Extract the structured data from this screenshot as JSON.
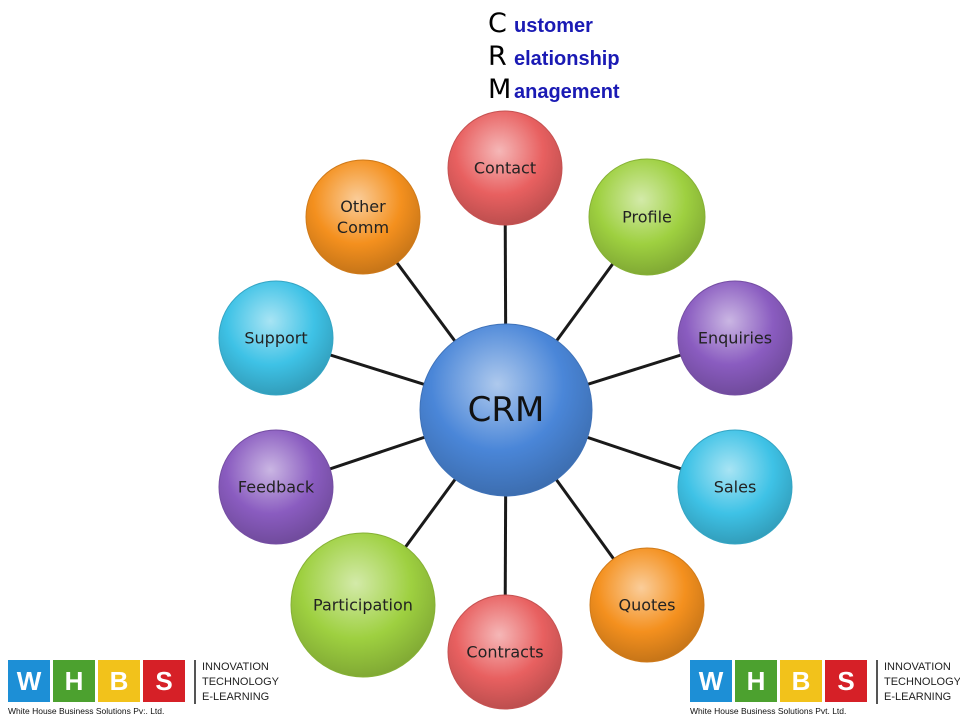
{
  "acronym": [
    {
      "letter": "C",
      "rest": "ustomer"
    },
    {
      "letter": "R",
      "rest": "elationship"
    },
    {
      "letter": "M",
      "rest": "anagement"
    }
  ],
  "hub": {
    "label": "CRM",
    "color": "#4a86d8"
  },
  "nodes": [
    {
      "id": "contact",
      "label": "Contact",
      "lines": [
        "Contact"
      ],
      "color": "#e86060"
    },
    {
      "id": "profile",
      "label": "Profile",
      "lines": [
        "Profile"
      ],
      "color": "#9ed040"
    },
    {
      "id": "enquiries",
      "label": "Enquiries",
      "lines": [
        "Enquiries"
      ],
      "color": "#8a5cc0"
    },
    {
      "id": "sales",
      "label": "Sales",
      "lines": [
        "Sales"
      ],
      "color": "#3ec2e6"
    },
    {
      "id": "quotes",
      "label": "Quotes",
      "lines": [
        "Quotes"
      ],
      "color": "#f4901e"
    },
    {
      "id": "contracts",
      "label": "Contracts",
      "lines": [
        "Contracts"
      ],
      "color": "#e86060"
    },
    {
      "id": "participation",
      "label": "Participation",
      "lines": [
        "Participation"
      ],
      "color": "#9ed040"
    },
    {
      "id": "feedback",
      "label": "Feedback",
      "lines": [
        "Feedback"
      ],
      "color": "#8a5cc0"
    },
    {
      "id": "support",
      "label": "Support",
      "lines": [
        "Support"
      ],
      "color": "#3ec2e6"
    },
    {
      "id": "other-comm",
      "label": "Other Comm",
      "lines": [
        "Other",
        "Comm"
      ],
      "color": "#f4901e"
    }
  ],
  "logo": {
    "letters": [
      "W",
      "H",
      "B",
      "S"
    ],
    "tagline": [
      "INNOVATION",
      "TECHNOLOGY",
      "E-LEARNING"
    ],
    "company_left": "White House Business Solutions Pv:. Ltd.",
    "company_right": "White House Business Solutions Pvt. Ltd."
  }
}
